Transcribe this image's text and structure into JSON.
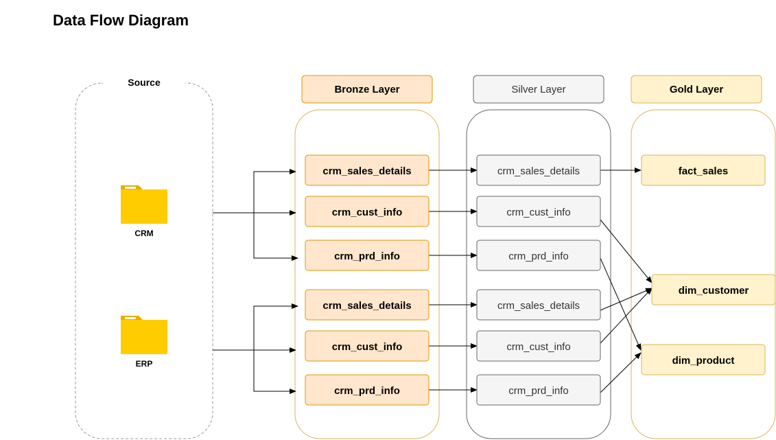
{
  "title": "Data Flow Diagram",
  "source": {
    "label": "Source",
    "items": [
      {
        "label": "CRM",
        "icon": "folder-icon"
      },
      {
        "label": "ERP",
        "icon": "folder-icon"
      }
    ]
  },
  "layers": {
    "bronze": {
      "label": "Bronze Layer",
      "tables": [
        "crm_sales_details",
        "crm_cust_info",
        "crm_prd_info",
        "crm_sales_details",
        "crm_cust_info",
        "crm_prd_info"
      ]
    },
    "silver": {
      "label": "Silver Layer",
      "tables": [
        "crm_sales_details",
        "crm_cust_info",
        "crm_prd_info",
        "crm_sales_details",
        "crm_cust_info",
        "crm_prd_info"
      ]
    },
    "gold": {
      "label": "Gold Layer",
      "tables": [
        "fact_sales",
        "dim_customer",
        "dim_product"
      ]
    }
  },
  "colors": {
    "bronze_fill": "#ffe6cc",
    "bronze_stroke": "#d79b00",
    "silver_fill": "#f5f5f5",
    "silver_stroke": "#666666",
    "gold_fill": "#fff2cc",
    "gold_stroke": "#d6b656",
    "folder": "#ffcc00",
    "folder_tab": "#e6ac00"
  }
}
